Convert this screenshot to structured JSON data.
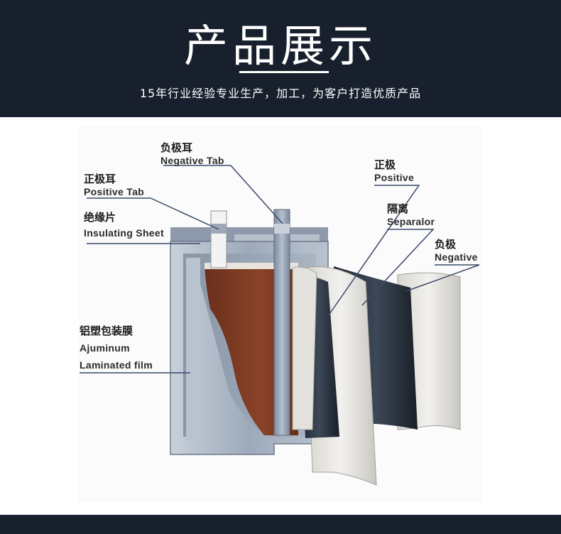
{
  "header": {
    "title": "产品展示",
    "subtitle": "15年行业经验专业生产，加工，为客户打造优质产品"
  },
  "diagram": {
    "labels": {
      "negative_tab": {
        "zh": "负极耳",
        "en": "Negative Tab"
      },
      "positive_tab": {
        "zh": "正极耳",
        "en": "Positive Tab"
      },
      "insulating_sheet": {
        "zh": "绝缘片",
        "en": "Insulating Sheet"
      },
      "laminated_film": {
        "zh": "铝塑包装膜",
        "en": "Ajuminum",
        "en2": "Laminated film"
      },
      "positive": {
        "zh": "正极",
        "en": "Positive"
      },
      "separator": {
        "zh": "隔离",
        "en": "Separalor"
      },
      "negative": {
        "zh": "负极",
        "en": "Negative"
      }
    }
  },
  "colors": {
    "header_bg": "#17202c",
    "leader_line": "#3a4a6a",
    "cell_brown": "#7a3a24",
    "film_blue_grey": "#9aa7b6"
  }
}
